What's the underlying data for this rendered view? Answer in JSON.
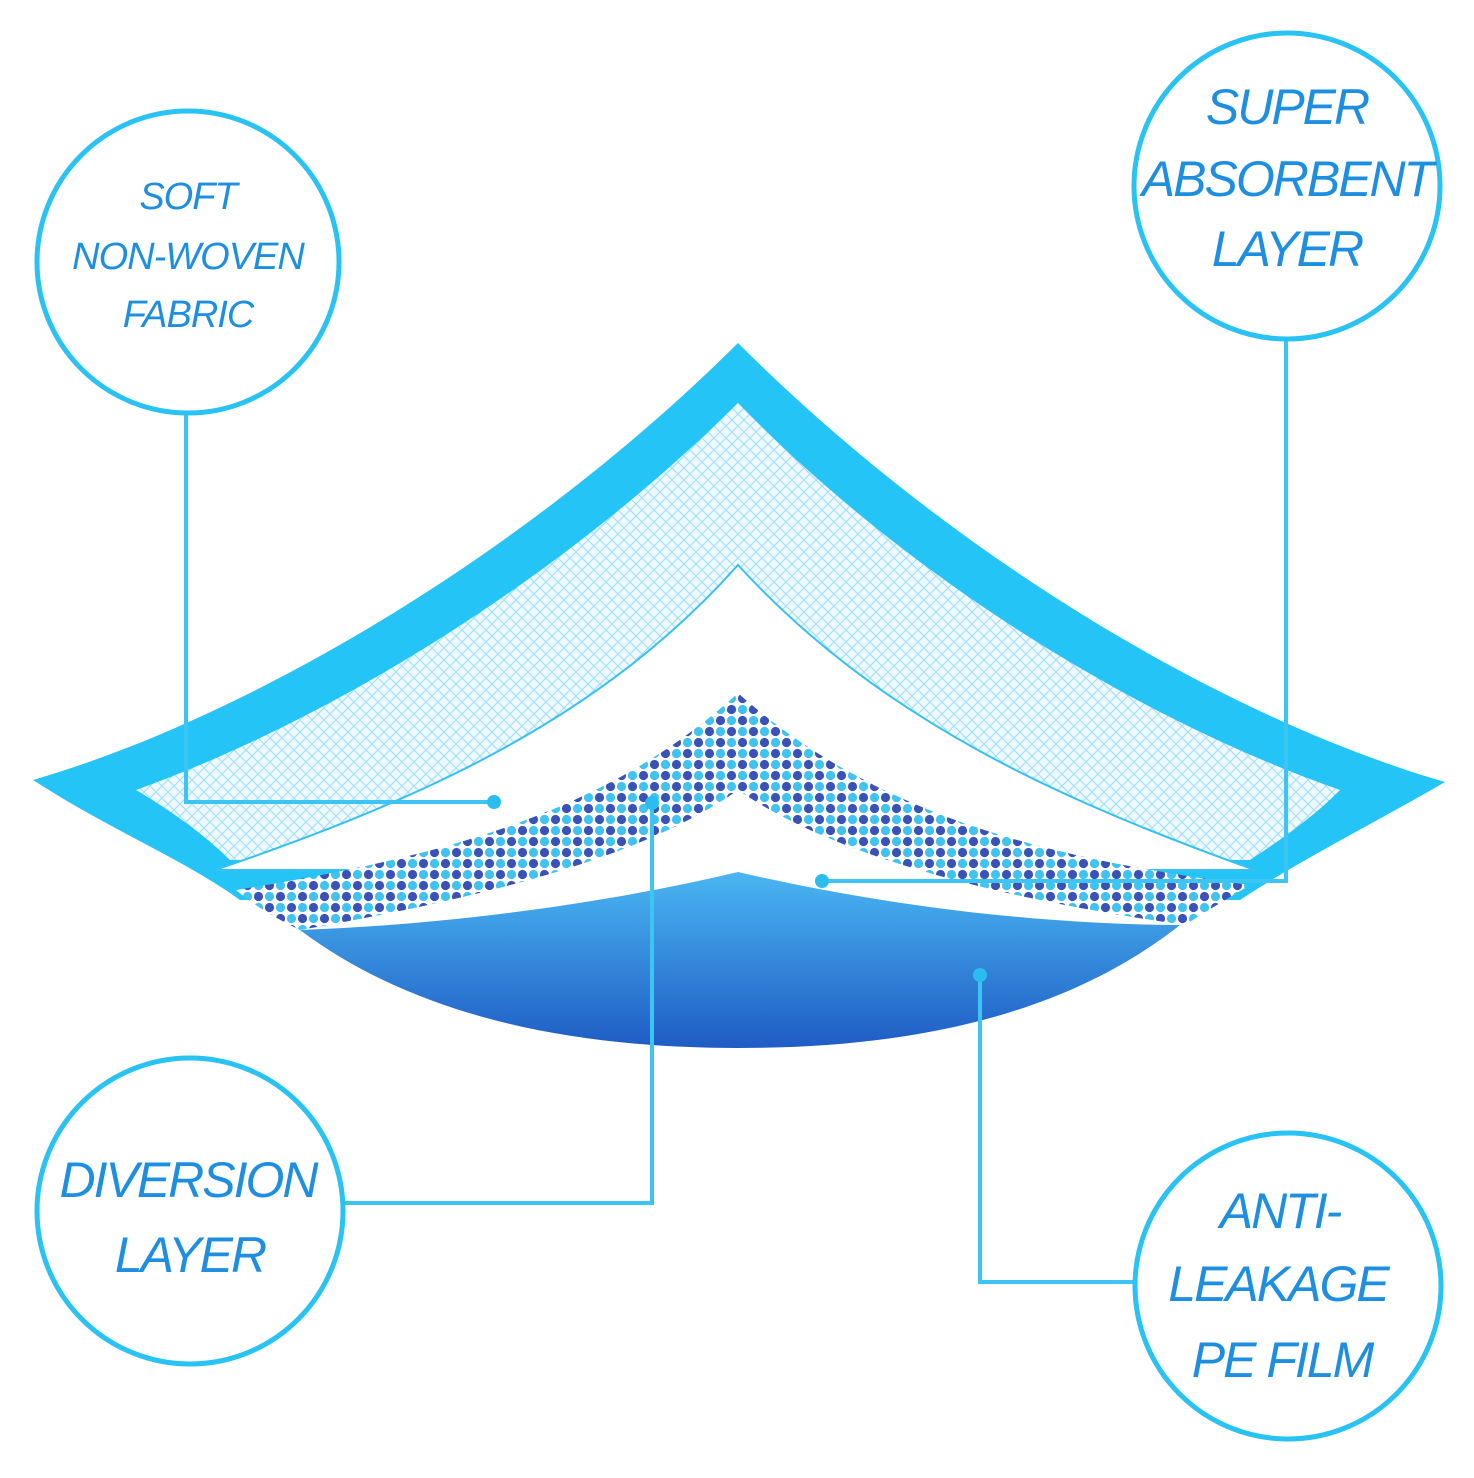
{
  "colors": {
    "outer_frame": "#24c4f7",
    "mesh_fill": "#eef9ff",
    "mesh_line": "#9fdcf5",
    "dot_dark": "#3a52b8",
    "dot_light": "#3fc3f0",
    "film_top": "#4ab6f2",
    "film_bottom": "#1f5cc4",
    "label_text": "#1e8fe0",
    "circle_stroke": "#29c3f3"
  },
  "labels": {
    "soft_fabric": {
      "lines": [
        "SOFT",
        "NON-WOVEN",
        "FABRIC"
      ]
    },
    "super_absorbent": {
      "lines": [
        "SUPER",
        "ABSORBENT",
        "LAYER"
      ]
    },
    "diversion": {
      "lines": [
        "DIVERSION",
        "LAYER"
      ]
    },
    "anti_leakage": {
      "lines": [
        "ANTI-",
        "LEAKAGE",
        "PE FILM"
      ]
    }
  }
}
